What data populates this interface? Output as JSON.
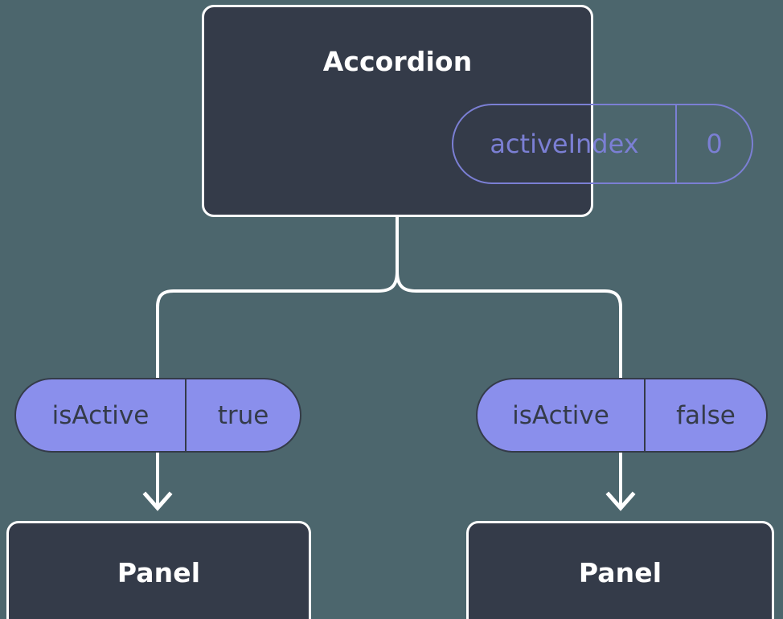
{
  "theme": {
    "background": "#4c666d",
    "card_fill": "#343b49",
    "card_border": "#ffffff",
    "pill_fill": "#8a8fec",
    "pill_accent": "#7b7fd4",
    "text_light": "#ffffff",
    "text_dark": "#343b49",
    "connector": "#ffffff"
  },
  "diagram": {
    "type": "component-tree",
    "root": {
      "title": "Accordion",
      "state_pill": {
        "key": "activeIndex",
        "value": "0"
      }
    },
    "branches": [
      {
        "side": "left",
        "prop_pill": {
          "key": "isActive",
          "value": "true"
        },
        "child": {
          "title": "Panel"
        }
      },
      {
        "side": "right",
        "prop_pill": {
          "key": "isActive",
          "value": "false"
        },
        "child": {
          "title": "Panel"
        }
      }
    ]
  }
}
